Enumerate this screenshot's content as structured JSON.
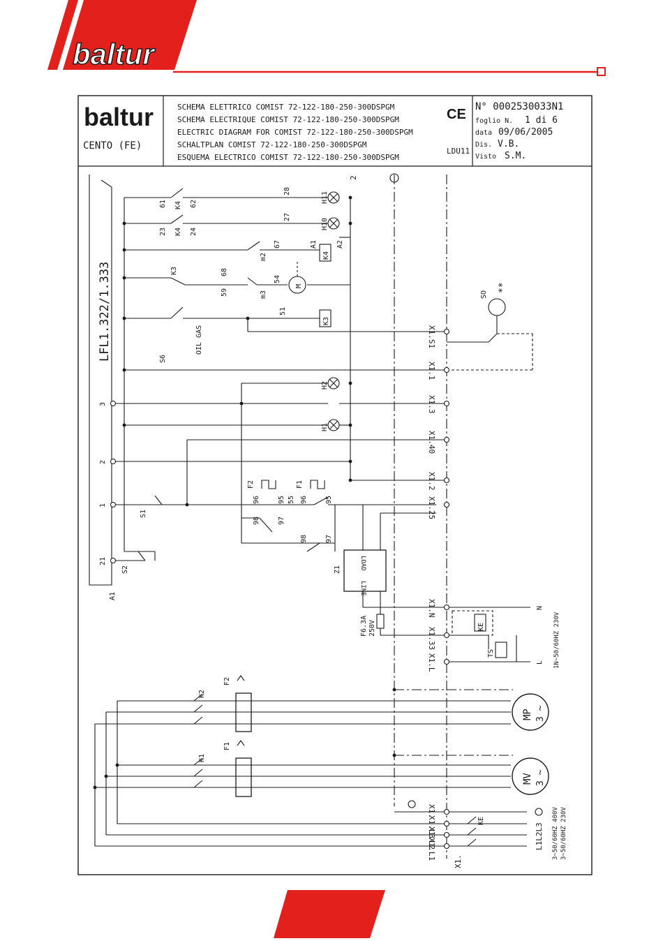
{
  "brand": {
    "logo_text": "baltur",
    "accent_color": "#e3201b",
    "ink_color": "#1a1a1a"
  },
  "title_block": {
    "company": "baltur",
    "location": "CENTO (FE)",
    "titles": [
      "SCHEMA ELETTRICO COMIST 72-122-180-250-300DSPGM",
      "SCHEMA ELECTRIQUE COMIST 72-122-180-250-300DSPGM",
      "ELECTRIC DIAGRAM FOR COMIST 72-122-180-250-300DSPGM",
      "SCHALTPLAN COMIST 72-122-180-250-300DSPGM",
      "ESQUEMA ELECTRICO COMIST 72-122-180-250-300DSPGM"
    ],
    "ce_mark": "CE",
    "code": "LDU11",
    "doc_number": "N° 0002530033N1",
    "sheet_label": "foglio N.",
    "sheet_value": "1 di 6",
    "date_label": "data",
    "date_value": "09/06/2005",
    "drawn_label": "Dis.",
    "drawn_value": "V.B.",
    "checked_label": "Visto",
    "checked_value": "S.M."
  },
  "diagram": {
    "controller": "LFL1.322/1.333",
    "controller_ref": "A1",
    "controller_terminals": [
      "3",
      "2",
      "1",
      "21"
    ],
    "wire_numbers": [
      "28",
      "27",
      "67",
      "68",
      "54",
      "59",
      "51",
      "61",
      "62",
      "23",
      "24",
      "98",
      "97",
      "96",
      "95",
      "55",
      "98",
      "97",
      "96",
      "95"
    ],
    "components": {
      "h11": "H11",
      "h10": "H10",
      "h2": "H2",
      "h1": "H1",
      "k4": "K4",
      "k3": "K3",
      "a1": "A1",
      "a2": "A2",
      "m2": "m2",
      "m3": "m3",
      "motor_m": "M",
      "s6": "S6",
      "oil_gas": "OIL GAS",
      "s1": "S1",
      "s2": "S2",
      "f1": "F1",
      "f2": "F2",
      "z1": "Z1",
      "load": "LOAD",
      "line": "LINE",
      "fuse": "F6.3A",
      "fuse_v": "250V",
      "ke": "KE",
      "ts": "TS",
      "so": "SO",
      "so_note": "**",
      "k1": "K1",
      "k2": "K2",
      "mp": "MP",
      "mp_sub": "3 ~",
      "mv": "MV",
      "mv_sub": "3 ~",
      "x1": "X1.",
      "two": "2"
    },
    "terminals": [
      "X1.S1",
      "X1.1",
      "X1.3",
      "X1.40",
      "X1.2",
      "X1.25",
      "X1.N",
      "X1.33",
      "X1.L",
      "X1.",
      "X1.L3",
      "X1.L2",
      "X1.L1"
    ],
    "supply_single": "1N~50/60HZ 230V",
    "supply_n": "N",
    "supply_l": "L",
    "supply_three_1": "3~50/60HZ 400V",
    "supply_three_2": "3~50/60HZ 230V",
    "supply_three_labels": "L1L2L3"
  }
}
